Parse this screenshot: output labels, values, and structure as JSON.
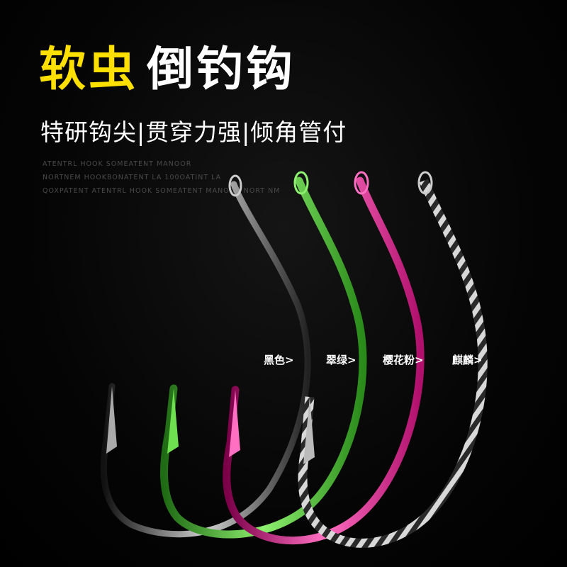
{
  "title": {
    "highlight": "软虫",
    "rest": "倒钓钩"
  },
  "subtitle": "特研钩尖|贯穿力强|倾角管付",
  "decorative_lines": [
    "ATENTRL HOOK SOMEATENT MANOOR",
    "NORTNEM HOOKBONATENT LA 100OATINT LA",
    "QOXPATENT ATENTRL HOOK SOMEATENT MANOOR NORT NM"
  ],
  "colors": {
    "title_highlight": "#fee000",
    "black_hook": "#3a3a3a",
    "green_hook": "#3fbf2a",
    "pink_hook": "#e0188f",
    "kirin_hook": "#9a9a9a"
  },
  "hook_labels": [
    {
      "text": "黑色>"
    },
    {
      "text": "翠绿>"
    },
    {
      "text": "樱花粉>"
    },
    {
      "text": "麒麟>"
    }
  ]
}
